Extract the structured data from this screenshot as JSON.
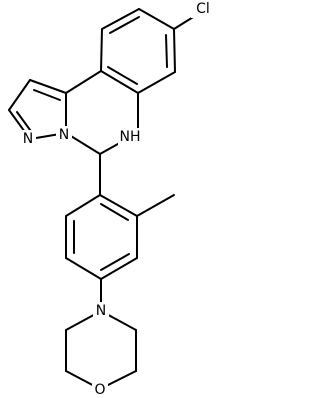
{
  "molecule": {
    "atoms": {
      "cl": "Cl",
      "nh": "NH",
      "n_pyrazole_1": "N",
      "n_pyrazole_2": "N",
      "n_morpholine": "N",
      "o_morpholine": "O"
    }
  }
}
